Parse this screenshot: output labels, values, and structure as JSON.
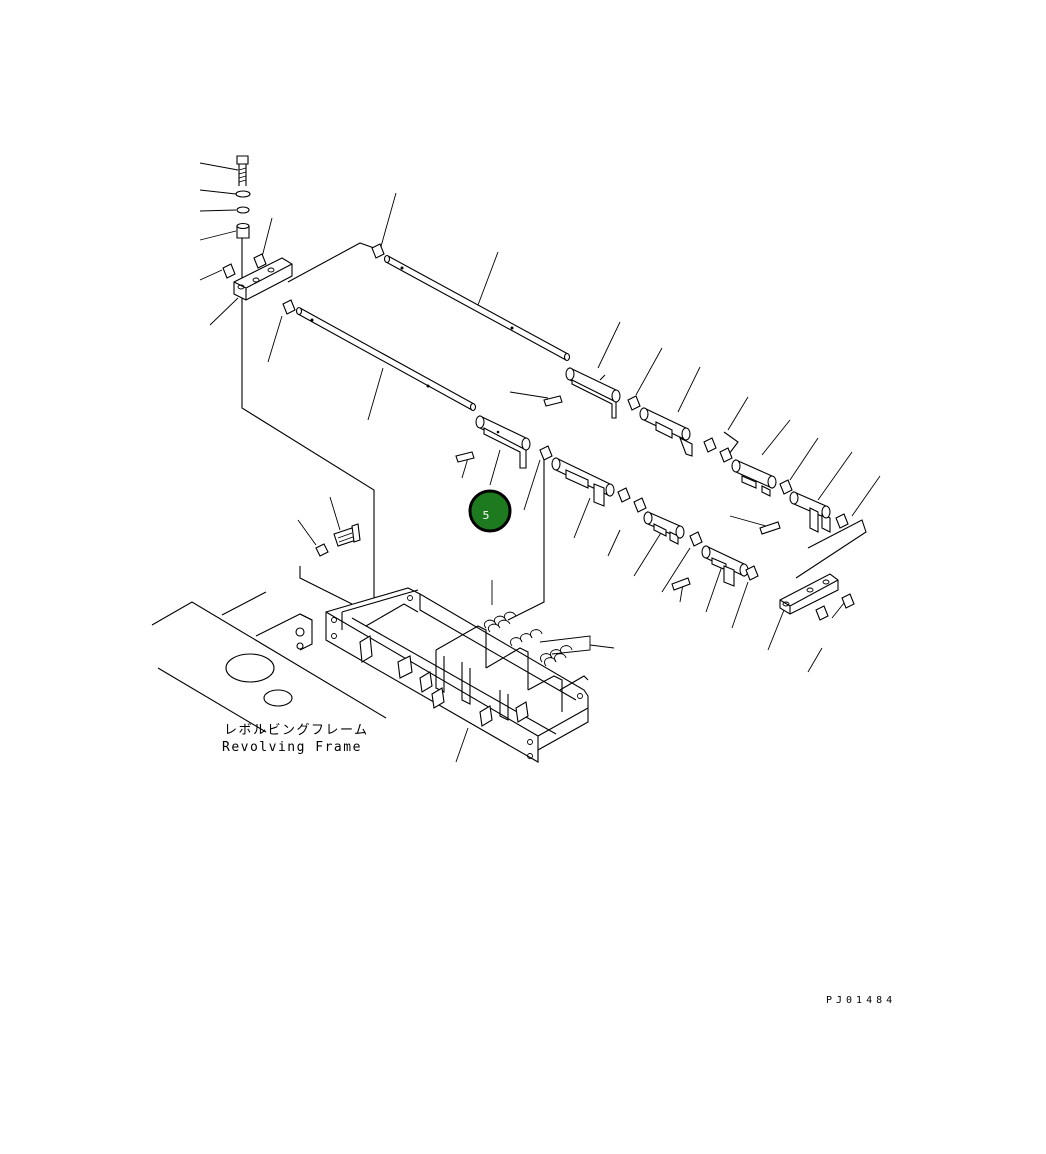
{
  "diagram": {
    "frame_label_jp": "レボルビングフレーム",
    "frame_label_en": "Revolving Frame",
    "drawing_code": "PJ01484",
    "callout": {
      "number": "5",
      "fill": "#1e7a1e",
      "ring": "#000000"
    }
  }
}
